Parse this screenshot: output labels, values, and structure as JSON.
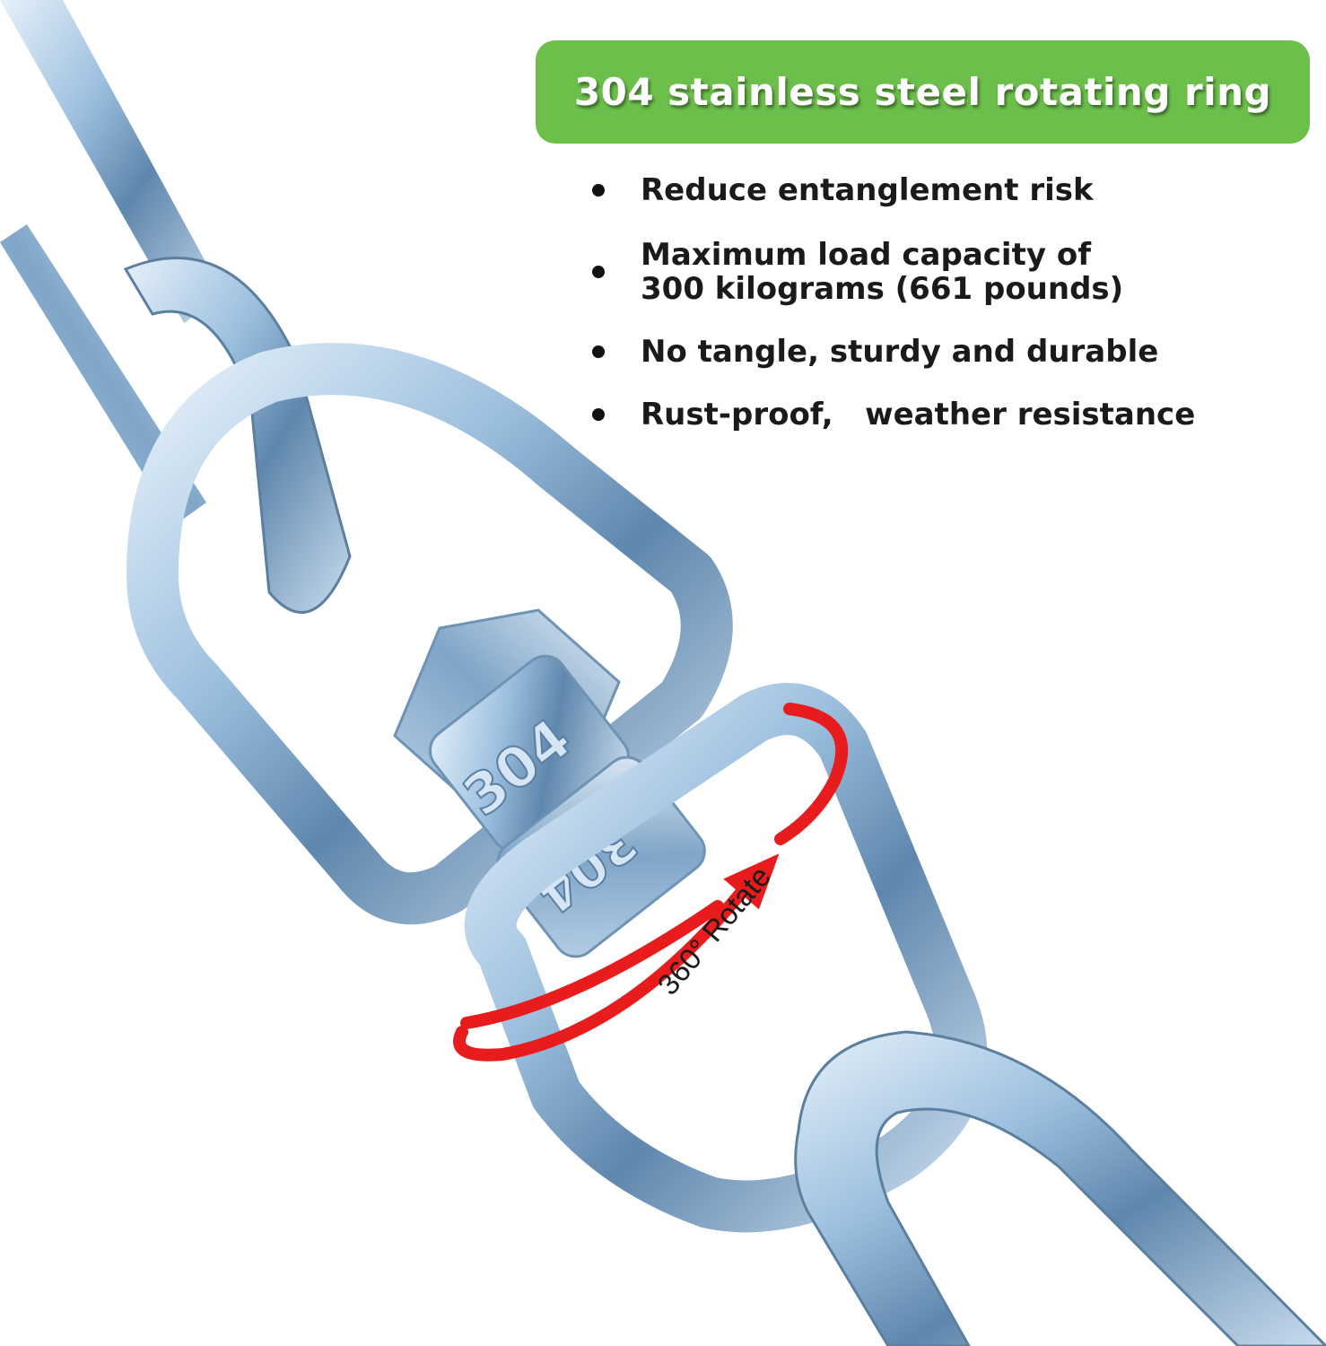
{
  "banner": {
    "title": "304 stainless steel rotating ring",
    "color": "#6dbf4b"
  },
  "features": [
    {
      "text": "Reduce entanglement risk"
    },
    {
      "line1": "Maximum load capacity of",
      "line2": "300 kilograms (661 pounds)"
    },
    {
      "text": "No tangle, sturdy and durable"
    },
    {
      "text": "Rust-proof,   weather resistance"
    }
  ],
  "engraving": "304",
  "rotation_label": "360° Rotate",
  "colors": {
    "metal": "#8fb4d4",
    "arrow": "#e81c1c",
    "text": "#1a1a1a"
  }
}
